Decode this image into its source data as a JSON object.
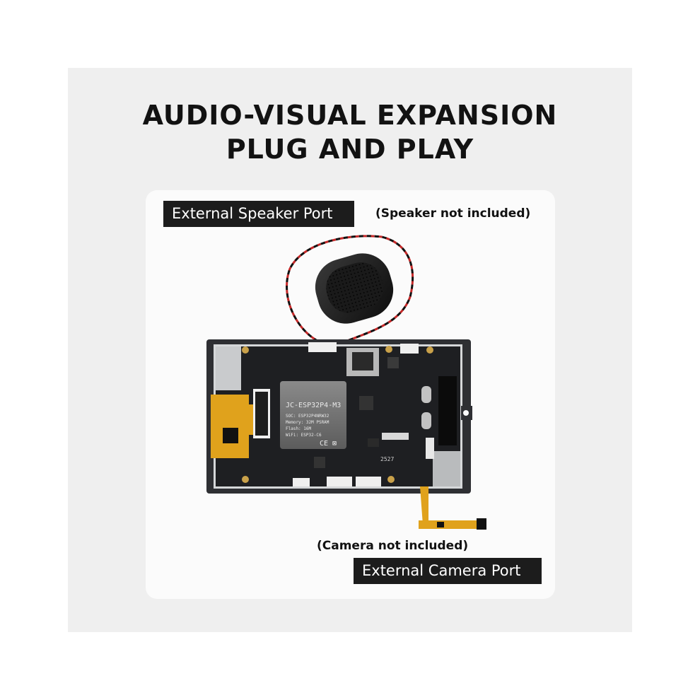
{
  "headline": {
    "line1": "AUDIO-VISUAL EXPANSION",
    "line2": "PLUG AND PLAY"
  },
  "speaker": {
    "label": "External Speaker Port",
    "note": "(Speaker not included)"
  },
  "camera": {
    "note": "(Camera not included)",
    "label": "External Camera Port"
  },
  "module": {
    "name": "JC-ESP32P4-M3",
    "soc": "SOC:  ESP32P4NRW32",
    "memory": "Memory: 32M PSRAM",
    "flash": "Flash:  16M",
    "wifi": "WiFi:  ESP32-C6",
    "marks": "CE ⊠"
  },
  "board": {
    "code": "2527"
  },
  "colors": {
    "background": "#efefef",
    "card": "#fbfbfb",
    "label_bg": "#1c1c1c",
    "pcb": "#1e1f22",
    "flex_cable": "#e0a21c"
  }
}
